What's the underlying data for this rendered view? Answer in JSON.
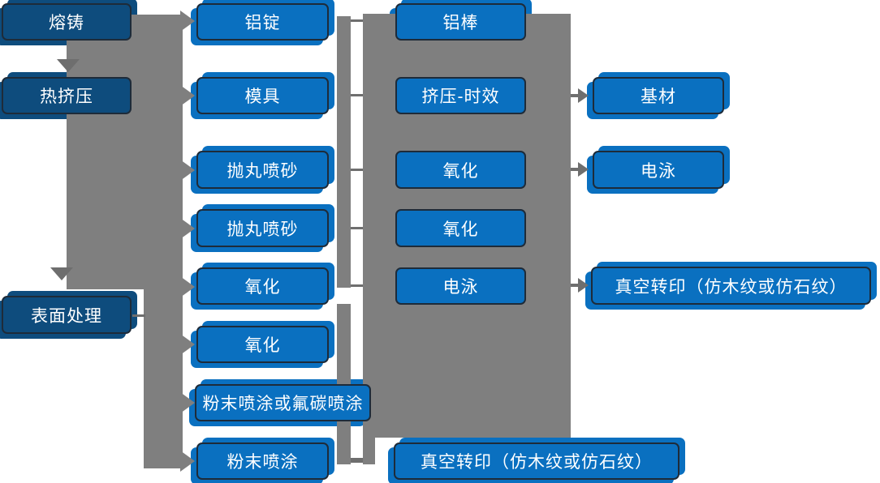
{
  "colors": {
    "dark_blue": "#0e4c7d",
    "blue": "#0a70c0",
    "gray": "#7f7f7f",
    "gray_dark": "#6e6e6e",
    "border": "#1e2b39",
    "text": "#ffffff"
  },
  "nodes": {
    "melting": {
      "label": "熔铸"
    },
    "hot_extrusion": {
      "label": "热挤压"
    },
    "surface_treatment": {
      "label": "表面处理"
    },
    "aluminum_ingot": {
      "label": "铝锭"
    },
    "mold": {
      "label": "模具"
    },
    "shot_blasting_1": {
      "label": "抛丸喷砂"
    },
    "shot_blasting_2": {
      "label": "抛丸喷砂"
    },
    "oxidation_a": {
      "label": "氧化"
    },
    "oxidation_b": {
      "label": "氧化"
    },
    "powder_or_fluorocarbon": {
      "label": "粉末喷涂或氟碳喷涂"
    },
    "powder_coating": {
      "label": "粉末喷涂"
    },
    "aluminum_rod": {
      "label": "铝棒"
    },
    "extrusion_aging": {
      "label": "挤压-时效"
    },
    "oxidation_c": {
      "label": "氧化"
    },
    "oxidation_d": {
      "label": "氧化"
    },
    "electrophoresis_a": {
      "label": "电泳"
    },
    "vacuum_transfer_a": {
      "label": "真空转印（仿木纹或仿石纹）"
    },
    "substrate": {
      "label": "基材"
    },
    "electrophoresis_b": {
      "label": "电泳"
    },
    "vacuum_transfer_b": {
      "label": "真空转印（仿木纹或仿石纹）"
    }
  }
}
